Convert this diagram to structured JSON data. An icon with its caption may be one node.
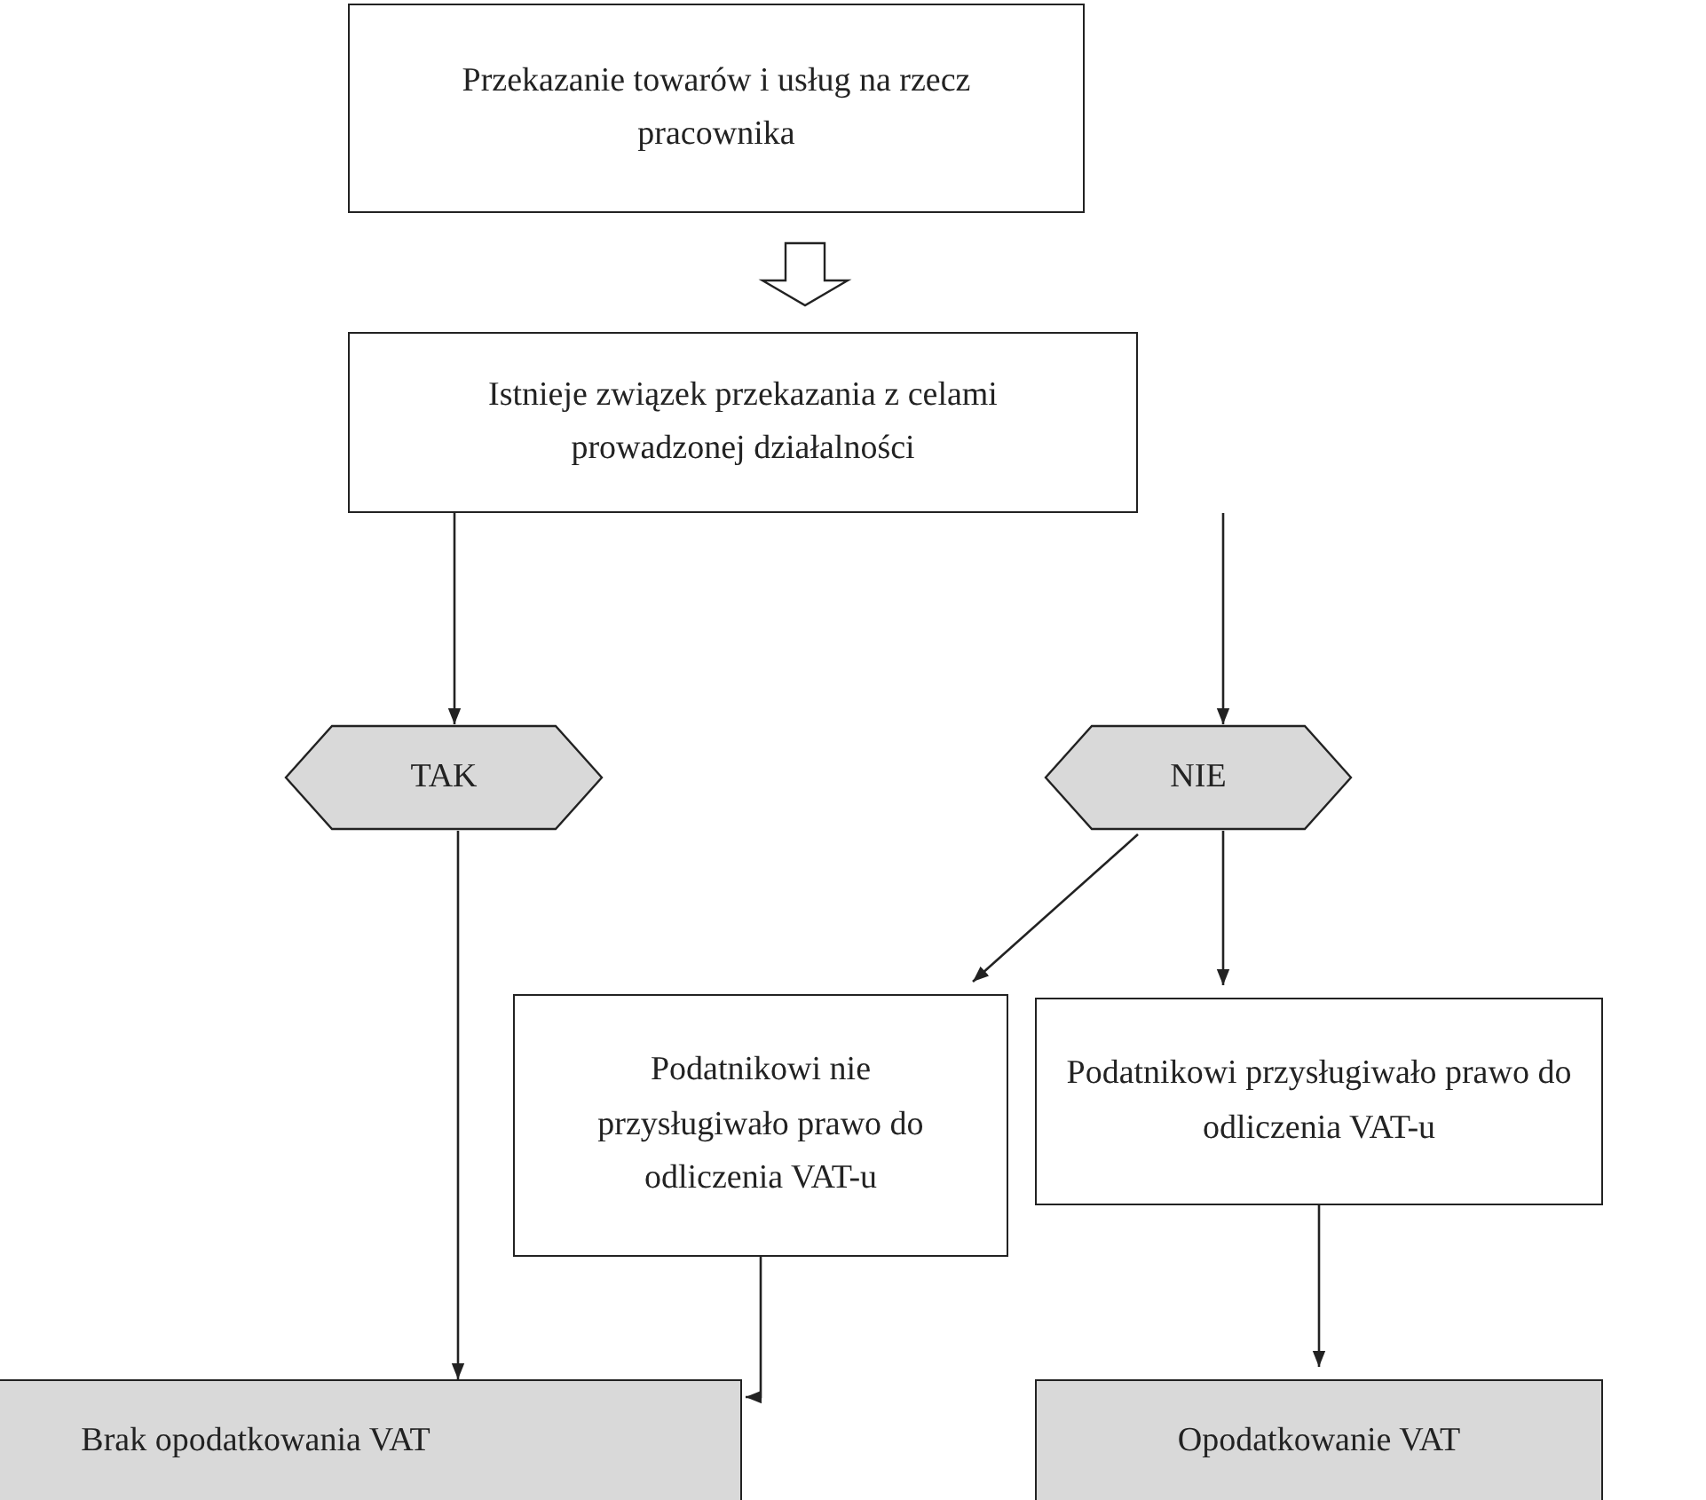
{
  "diagram": {
    "nodes": [
      {
        "text": [
          "Przekazanie towarów i usług na rzecz pracownika"
        ]
      },
      {
        "text": [
          "Istnieje związek przekazania z celami prowadzonej działalności"
        ]
      },
      {
        "text": [
          "TAK"
        ]
      },
      {
        "text": [
          "NIE"
        ]
      },
      {
        "text": [
          "Podatnikowi nie przysługiwało prawo do odliczenia VAT-u"
        ]
      },
      {
        "text": [
          "Podatnikowi przysługiwało prawo do odliczenia VAT-u"
        ]
      },
      {
        "text": [
          "Brak opodatkowania VAT"
        ]
      },
      {
        "text": [
          "Opodatkowanie VAT"
        ]
      }
    ],
    "edges": [
      {
        "from": 0,
        "to": 1,
        "arrow": "to",
        "style": "thick"
      },
      {
        "from": 1,
        "to": 2,
        "arrow": "to"
      },
      {
        "from": 1,
        "to": 3,
        "arrow": "to"
      },
      {
        "from": 2,
        "to": 6,
        "arrow": "to"
      },
      {
        "from": 3,
        "to": 4,
        "arrow": "to"
      },
      {
        "from": 3,
        "to": 5,
        "arrow": "to"
      },
      {
        "from": 4,
        "to": 6,
        "arrow": "to"
      },
      {
        "from": 5,
        "to": 7,
        "arrow": "to"
      }
    ]
  }
}
